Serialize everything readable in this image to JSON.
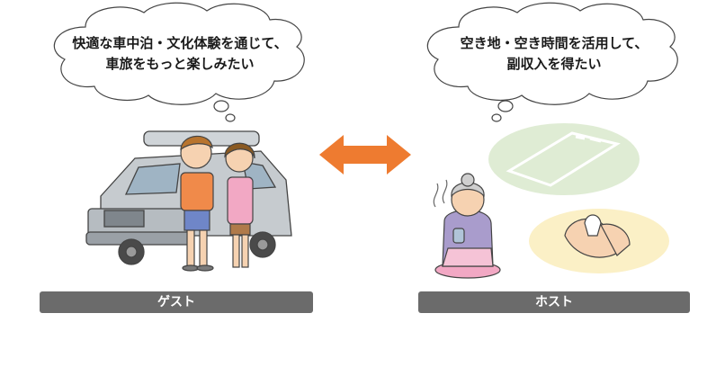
{
  "guest": {
    "thought_line1": "快適な車中泊・文化体験を通じて、",
    "thought_line2": "車旅をもっと楽しみたい",
    "label": "ゲスト"
  },
  "host": {
    "thought_line1": "空き地・空き時間を活用して、",
    "thought_line2": "副収入を得たい",
    "label": "ホスト"
  },
  "colors": {
    "arrow": "#ee7b30",
    "label_bar": "#6b6b6b",
    "field": "#dfecd4",
    "hands_bg": "#fbf0c6"
  },
  "icons": [
    "thought-bubble-icon",
    "double-arrow-icon",
    "camper-car-icon",
    "travel-couple-icon",
    "vacant-lot-icon",
    "elderly-woman-icon",
    "rice-ball-hands-icon"
  ]
}
